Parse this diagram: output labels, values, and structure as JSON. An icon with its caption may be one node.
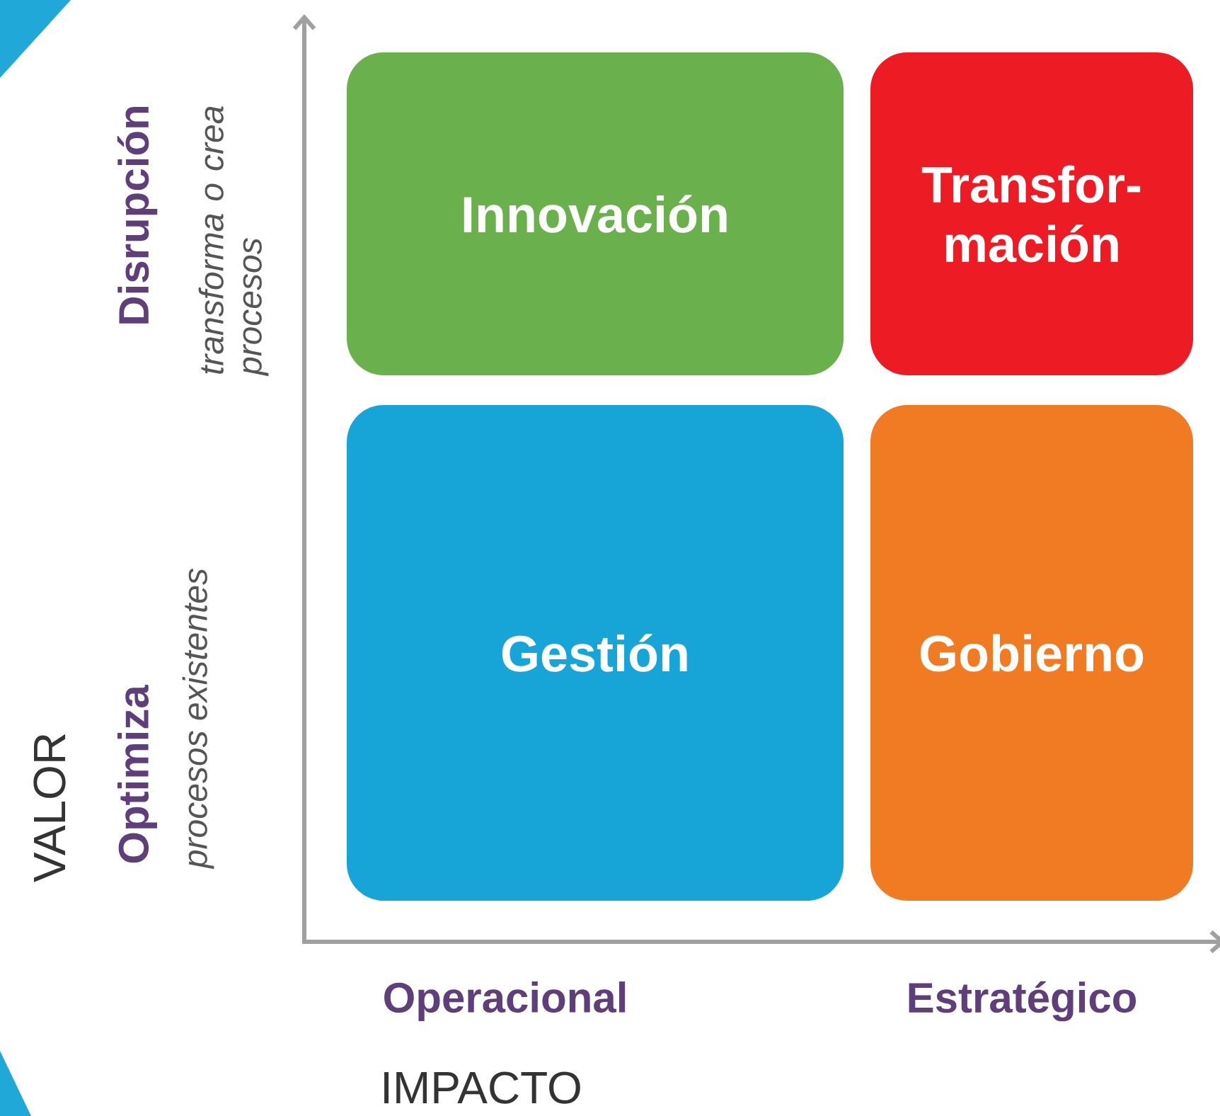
{
  "diagram": {
    "nodes": [
      {
        "text": [
          "Innovación"
        ]
      },
      {
        "text": [
          "Transfor- mación"
        ]
      },
      {
        "text": [
          "Gestión"
        ]
      },
      {
        "text": [
          "Gobierno"
        ]
      }
    ],
    "labels": [
      "Disrupción",
      "transforma o crea procesos",
      "VALOR",
      "Optimiza",
      "procesos existentes",
      "Operacional",
      "Estratégico",
      "IMPACTO"
    ]
  }
}
